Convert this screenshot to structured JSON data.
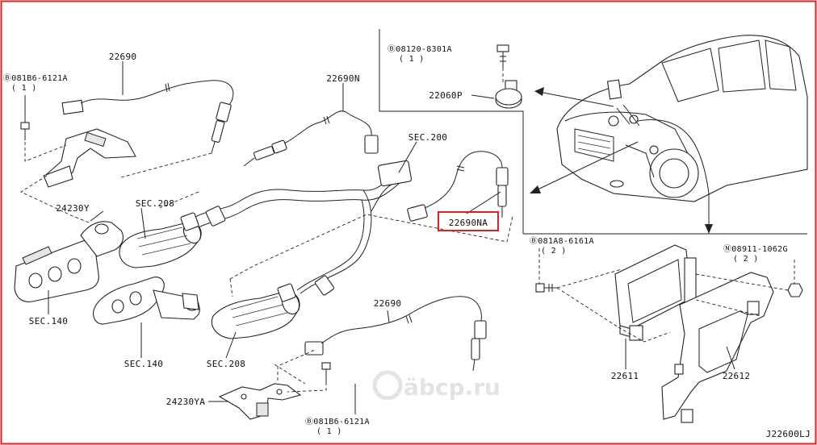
{
  "parts": {
    "p22690_top": "22690",
    "p22690n": "22690N",
    "sec200": "SEC.200",
    "p22690na": "22690NA",
    "bolt_top_left": "Ⓑ081B6-6121A",
    "bolt_top_left_qty": "( 1 )",
    "p24230y": "24230Y",
    "sec208_upper": "SEC.208",
    "sec140_left": "SEC.140",
    "sec140_mid": "SEC.140",
    "sec208_lower": "SEC.208",
    "p22690_lower": "22690",
    "p24230ya": "24230YA",
    "bolt_bottom": "Ⓑ081B6-6121A",
    "bolt_bottom_qty": "( 1 )",
    "bolt_knock": "Ⓑ08120-8301A",
    "bolt_knock_qty": "( 1 )",
    "p22060p": "22060P",
    "bolt_ecm": "Ⓑ081A8-6161A",
    "bolt_ecm_qty": "( 2 )",
    "nut_ecm": "Ⓝ08911-1062G",
    "nut_ecm_qty": "( 2 )",
    "p22611": "22611",
    "p22612": "22612",
    "diagram_id": "J22600LJ",
    "watermark": "äbcp.ru"
  },
  "colors": {
    "frame": "#e02020",
    "highlight": "#e02020",
    "ink": "#222222"
  }
}
